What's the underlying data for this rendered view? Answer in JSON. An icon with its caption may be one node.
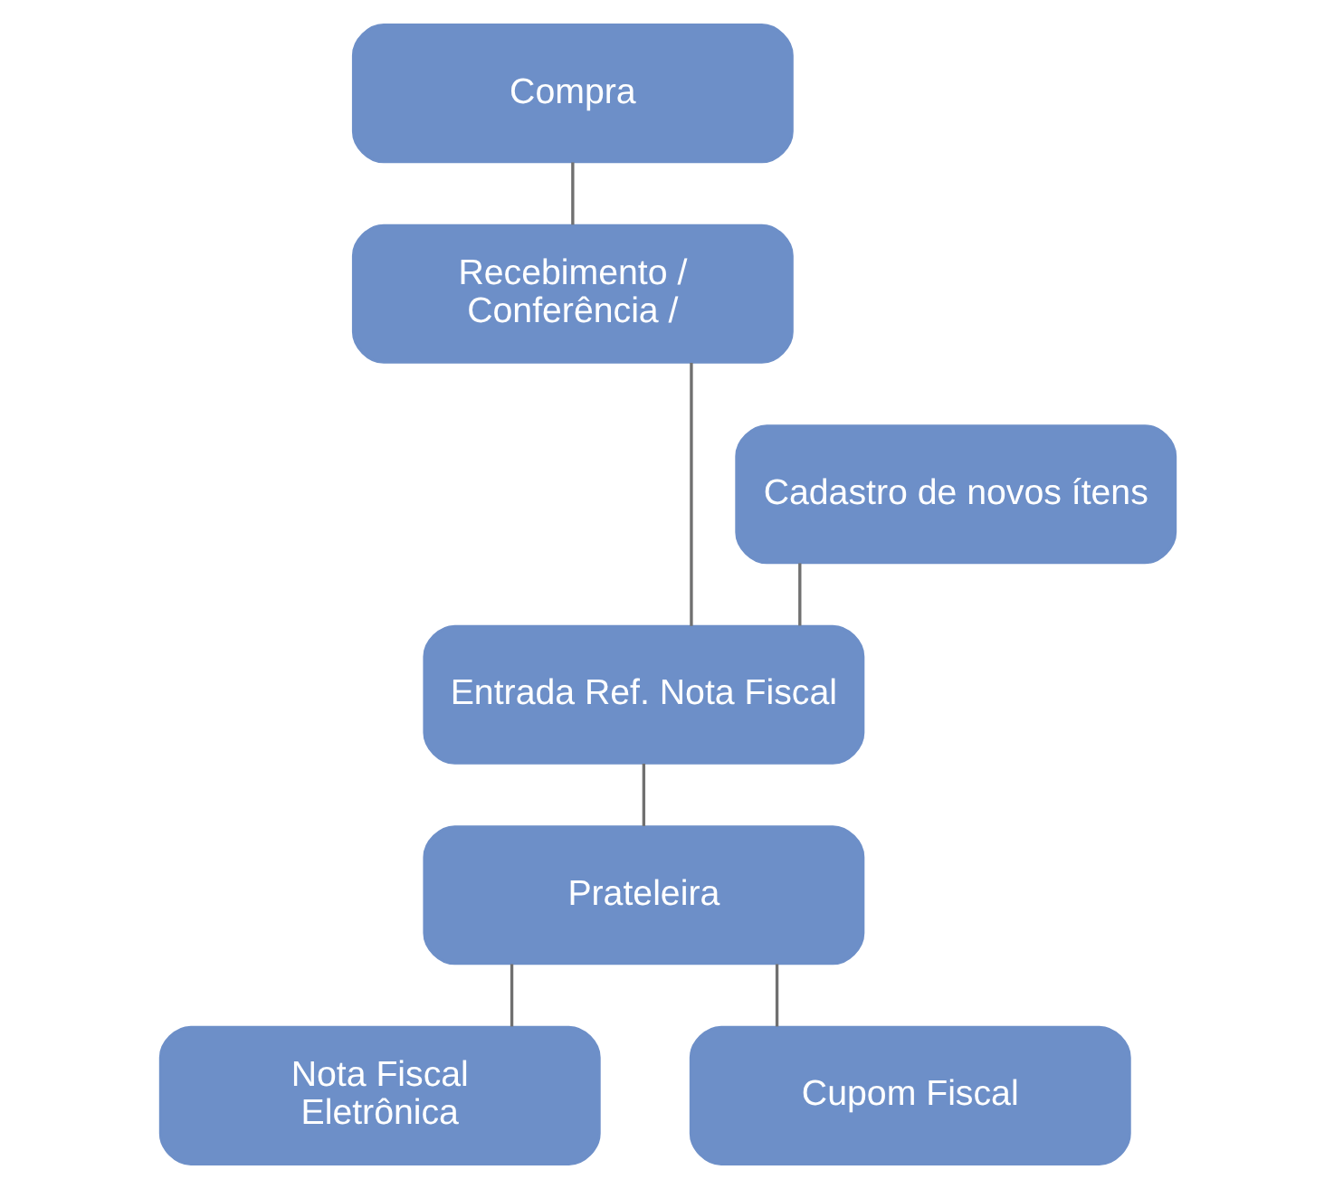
{
  "diagram": {
    "nodes": [
      {
        "text": [
          "Compra"
        ]
      },
      {
        "text": [
          "Recebimento / Conferência /"
        ]
      },
      {
        "text": [
          "Cadastro de novos ítens"
        ]
      },
      {
        "text": [
          "Entrada Ref. Nota Fiscal"
        ]
      },
      {
        "text": [
          "Prateleira"
        ]
      },
      {
        "text": [
          "Nota Fiscal Eletrônica"
        ]
      },
      {
        "text": [
          "Cupom Fiscal"
        ]
      }
    ],
    "edges": [
      {
        "from": 0,
        "to": 1,
        "arrow": "none"
      },
      {
        "from": 1,
        "to": 3,
        "arrow": "none"
      },
      {
        "from": 2,
        "to": 3,
        "arrow": "none"
      },
      {
        "from": 3,
        "to": 4,
        "arrow": "none"
      },
      {
        "from": 4,
        "to": 5,
        "arrow": "none"
      },
      {
        "from": 4,
        "to": 6,
        "arrow": "none"
      }
    ]
  }
}
